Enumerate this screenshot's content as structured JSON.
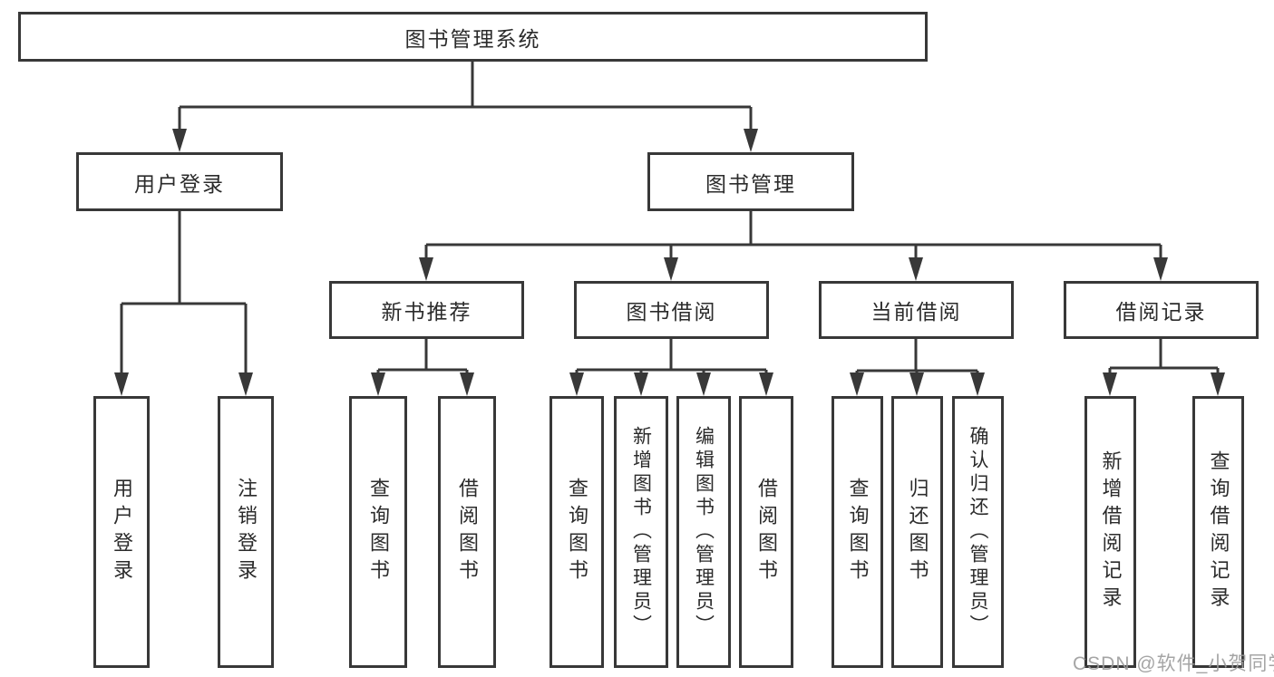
{
  "diagram": {
    "root": "图书管理系统",
    "level2": [
      {
        "label": "用户登录"
      },
      {
        "label": "图书管理"
      }
    ],
    "level3": [
      {
        "label": "新书推荐"
      },
      {
        "label": "图书借阅"
      },
      {
        "label": "当前借阅"
      },
      {
        "label": "借阅记录"
      }
    ],
    "leaves": {
      "user": [
        "用户登录",
        "注销登录"
      ],
      "recommend": [
        "查询图书",
        "借阅图书"
      ],
      "borrow": [
        "查询图书",
        "新增图书（管理员）",
        "编辑图书（管理员）",
        "借阅图书"
      ],
      "current": [
        "查询图书",
        "归还图书",
        "确认归还（管理员）"
      ],
      "records": [
        "新增借阅记录",
        "查询借阅记录"
      ]
    }
  },
  "watermark": "CSDN @软件_小贺同学",
  "colors": {
    "background": "#ffffff",
    "line": "#383838",
    "box_border": "#383838",
    "text": "#2b2b2b",
    "watermark": "#9b9b9b"
  }
}
